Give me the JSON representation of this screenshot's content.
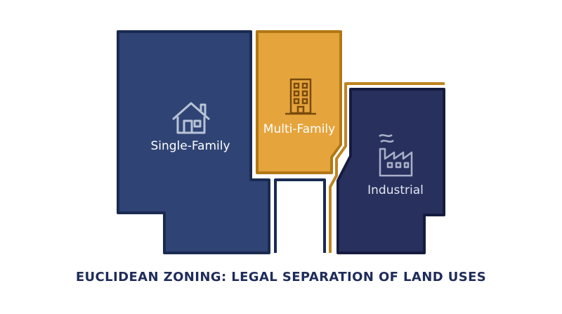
{
  "diagram": {
    "zones": [
      {
        "id": "single-family",
        "label": "Single-Family",
        "icon": "house-icon",
        "fill": "#2f4474",
        "stroke": "#1a2a52",
        "text_color": "#ffffff",
        "icon_color": "#b9c3d8"
      },
      {
        "id": "multi-family",
        "label": "Multi-Family",
        "icon": "apartment-building-icon",
        "fill": "#e6a43c",
        "stroke": "#b27714",
        "text_color": "#ffffff",
        "icon_color": "#7a4a0c"
      },
      {
        "id": "industrial",
        "label": "Industrial",
        "icon": "factory-icon",
        "fill": "#28305e",
        "stroke": "#161c40",
        "text_color": "#e2e6f0",
        "icon_color": "#a9b0c8"
      }
    ],
    "buffer_color": "#bf8420",
    "caption": "EUCLIDEAN ZONING: LEGAL SEPARATION OF LAND USES",
    "caption_color": "#1f2c5a"
  }
}
